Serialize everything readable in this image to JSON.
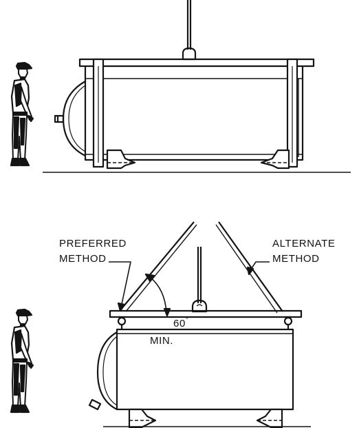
{
  "figure": {
    "ink_color": "#141414",
    "background_color": "#ffffff"
  },
  "bottom_diagram": {
    "preferred_label_line1": "PREFERRED",
    "preferred_label_line2": "METHOD",
    "alternate_label_line1": "ALTERNATE",
    "alternate_label_line2": "METHOD",
    "angle_value": "60",
    "angle_unit": "°",
    "angle_min": "MIN."
  }
}
